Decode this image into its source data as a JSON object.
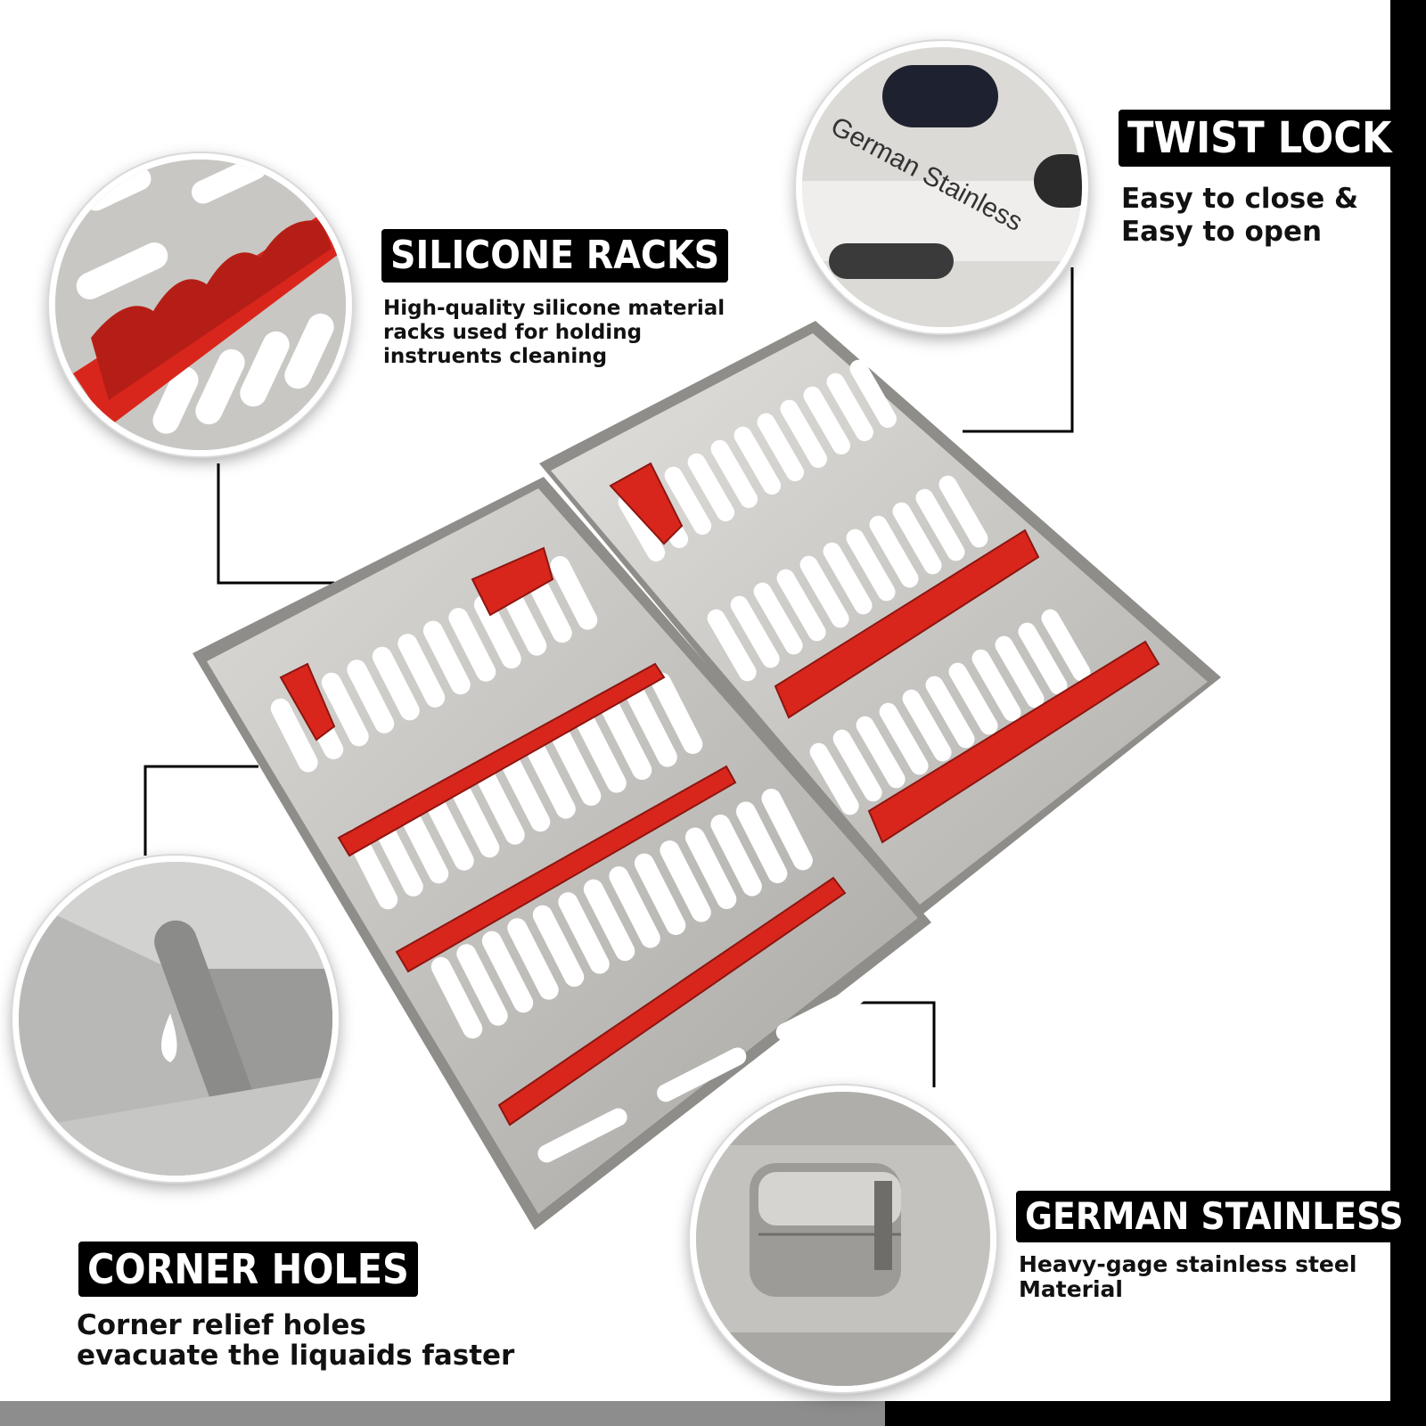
{
  "features": {
    "silicone_racks": {
      "title": "SILICONE RACKS",
      "lines": [
        "High-quality silicone material",
        "racks used for holding",
        "instruents cleaning"
      ]
    },
    "twist_lock": {
      "title": "TWIST LOCK",
      "lines": [
        "Easy to close &",
        "Easy to open"
      ]
    },
    "corner_holes": {
      "title": "CORNER HOLES",
      "lines": [
        "Corner relief holes",
        "evacuate the liquaids faster"
      ]
    },
    "german_stainless": {
      "title": "GERMAN STAINLESS",
      "lines": [
        "Heavy-gage stainless steel",
        "Material"
      ]
    }
  },
  "engraving": "German Stainless",
  "colors": {
    "silicone_red": "#d8261c",
    "steel": "#c8c6c2",
    "label_bg": "#000000",
    "label_text": "#ffffff"
  },
  "icons": [
    "silicone-racks-closeup",
    "twist-lock-closeup",
    "corner-hole-closeup",
    "stainless-latch-closeup",
    "sterilization-tray"
  ]
}
